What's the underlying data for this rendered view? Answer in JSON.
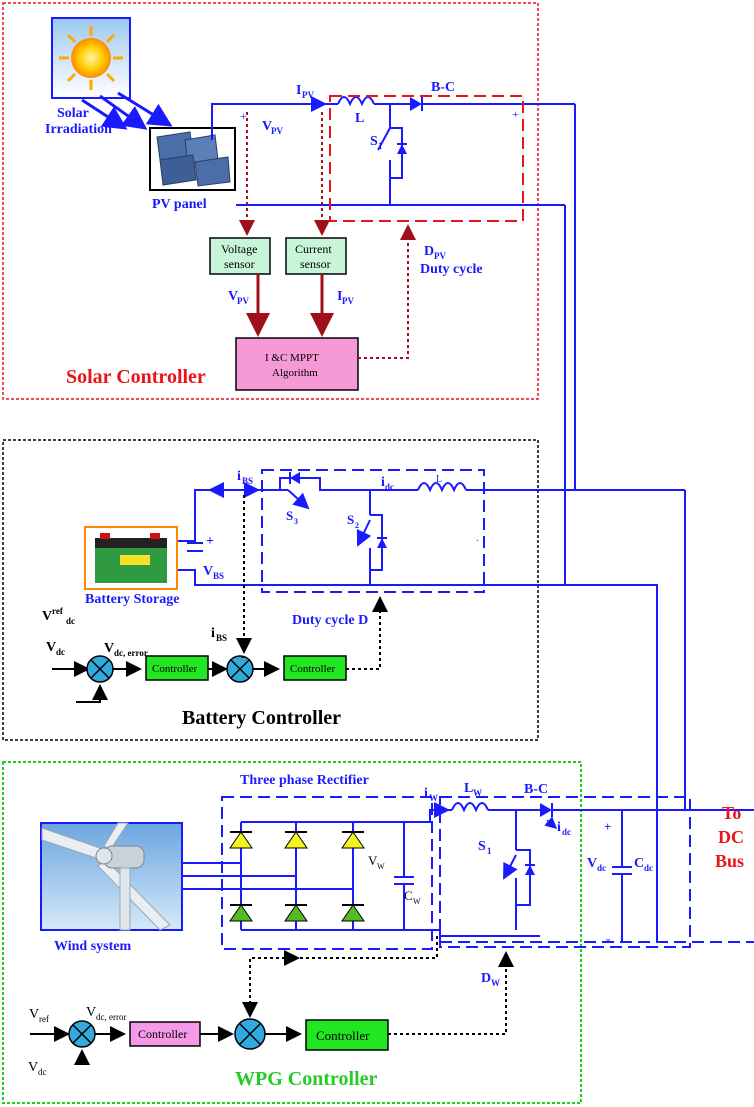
{
  "solar": {
    "section_title": "Solar Controller",
    "irradiation_line1": "Solar",
    "irradiation_line2": "Irradiation",
    "pv_panel": "PV panel",
    "ipv_top": "I",
    "ipv_top_sub": "PV",
    "vpv_top": "V",
    "vpv_top_sub": "PV",
    "plus": "+",
    "minus": "-",
    "inductor": "L",
    "bc": "B-C",
    "switch": "S",
    "switch_sub": "1",
    "voltage_sensor_l1": "Voltage",
    "voltage_sensor_l2": "sensor",
    "current_sensor_l1": "Current",
    "current_sensor_l2": "sensor",
    "vpv": "V",
    "vpv_sub": "PV",
    "ipv": "I",
    "ipv_sub": "PV",
    "dpv": "D",
    "dpv_sub": "PV",
    "duty_cycle": "Duty cycle",
    "mppt_l1": "I &C MPPT",
    "mppt_l2": "Algorithm"
  },
  "battery": {
    "section_title": "Battery Controller",
    "ibs": "i",
    "ibs_sub": "BS",
    "s3": "S",
    "s3_sub": "3",
    "s2": "S",
    "s2_sub": "2",
    "idc": "i",
    "idc_sub": "dc",
    "inductor": "L",
    "vbs": "V",
    "vbs_sub": "BS",
    "plus": "+",
    "battery_storage": "Battery Storage",
    "vref": "V",
    "vref_sup": "ref",
    "vref_sub": "dc",
    "vdc": "V",
    "vdc_sub": "dc",
    "vdc_error": "V",
    "vdc_error_sub": "dc, error",
    "ibs2": "i",
    "ibs2_sub": "BS",
    "controller1": "Controller",
    "controller2": "Controller",
    "duty_cycle_d": "Duty cycle D",
    "minus": "-"
  },
  "wind": {
    "section_title": "WPG Controller",
    "rectifier_title": "Three phase Rectifier",
    "wind_system": "Wind  system",
    "iw": "i",
    "iw_sub": "W",
    "lw": "L",
    "lw_sub": "W",
    "bc": "B-C",
    "s1": "S",
    "s1_sub": "1",
    "idc": "i",
    "idc_sub": "dc",
    "vw": "V",
    "vw_sub": "W",
    "cw": "C",
    "cw_sub": "W",
    "vdc": "V",
    "vdc_sub": "dc",
    "cdc": "C",
    "cdc_sub": "dc",
    "plus": "+",
    "minus": "-",
    "dw": "D",
    "dw_sub": "W",
    "vref": "V",
    "vref_sub": "ref",
    "vdc_error": "V",
    "vdc_error_sub": "dc, error",
    "vdc_in": "V",
    "vdc_in_sub": "dc",
    "controller1": "Controller",
    "controller2": "Controller"
  },
  "dc_bus": {
    "line1": "To",
    "line2": "DC",
    "line3": "Bus"
  },
  "colors": {
    "wire": "#1a1aff",
    "solar_border": "#e8141a",
    "battery_border": "#000000",
    "wind_border": "#22cc22",
    "sensor_fill": "#c8f5d8",
    "mppt_fill": "#f59ad6",
    "controller_green": "#22e622",
    "controller_pink": "#f59ae8",
    "summer_fill": "#33aadd",
    "diode_yellow": "#f5f51a",
    "diode_green": "#55bb22"
  }
}
